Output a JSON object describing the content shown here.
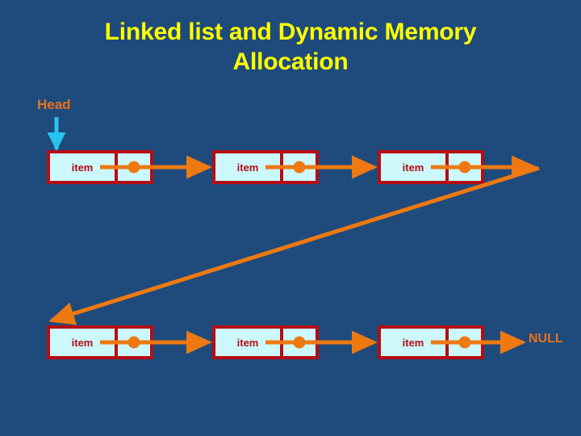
{
  "slide": {
    "background_color": "#1f4a7c",
    "title": "Linked list and Dynamic Memory\nAllocation",
    "title_color": "#ffff00"
  },
  "head": {
    "label": "Head",
    "label_color": "#e8721c",
    "arrow_color": "#29c3f0",
    "arrow_icon": "arrow-down-icon"
  },
  "node": {
    "data_label": "item",
    "border_color": "#b60d14",
    "fill_color": "#ccf7fb",
    "text_color": "#b60d14",
    "pointer_dot_color": "#ee7911"
  },
  "rows": [
    {
      "name": "top-row",
      "nodes": [
        {
          "data": "item",
          "pointer_dot": true
        },
        {
          "data": "item",
          "pointer_dot": true
        },
        {
          "data": "item",
          "pointer_dot": true
        }
      ]
    },
    {
      "name": "bottom-row",
      "nodes": [
        {
          "data": "item",
          "pointer_dot": true
        },
        {
          "data": "item",
          "pointer_dot": true
        },
        {
          "data": "item",
          "pointer_dot": true
        }
      ]
    }
  ],
  "links": {
    "arrow_color": "#ee7911",
    "wrap_link_label": "continuation from top-row end to bottom-row start",
    "terminator": "NULL",
    "terminator_color": "#e8721c"
  }
}
